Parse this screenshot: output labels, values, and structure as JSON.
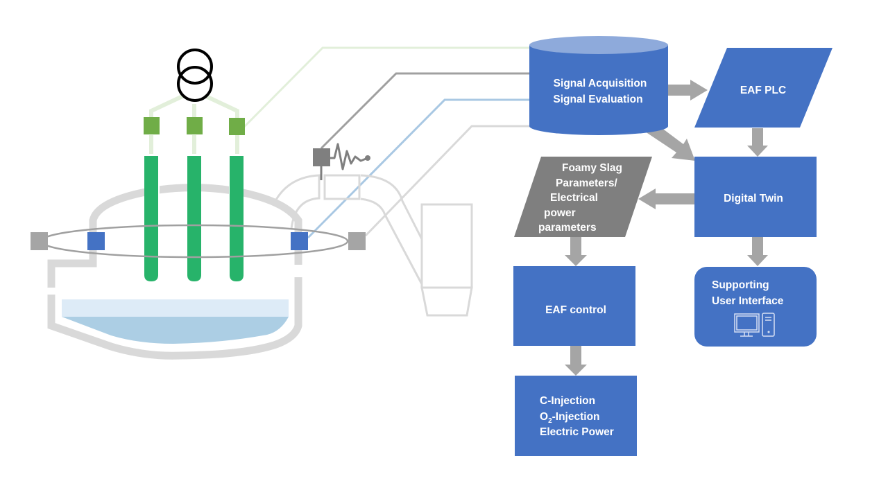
{
  "diagram": {
    "title": "EAF Foamy Slag Digital Twin Signal Flow",
    "colors": {
      "box_blue": "#4472c4",
      "cylinder_top": "#8eaadb",
      "param_gray": "#7f7f7f",
      "arrow_gray": "#a5a5a5",
      "electrode_green": "#27b36a",
      "clamp_green": "#70ad47",
      "wire_light_green": "#e2efda",
      "signal_dark_gray": "#a0a0a0",
      "signal_blue": "#a9c8e3",
      "signal_light_gray": "#d9d9d9",
      "furnace_gray": "#d9d9d9",
      "bath_light": "#ddebf7",
      "bath_dark": "#accee4",
      "sensor_blue": "#4472c4",
      "sensor_gray": "#a5a5a5"
    },
    "nodes": {
      "signal": {
        "lines": [
          "Signal Acquisition",
          "Signal Evaluation"
        ],
        "shape": "cylinder"
      },
      "plc": {
        "lines": [
          "EAF PLC"
        ],
        "shape": "parallelogram"
      },
      "twin": {
        "lines": [
          "Digital Twin"
        ],
        "shape": "rectangle"
      },
      "params": {
        "lines": [
          "Foamy Slag",
          "Parameters/",
          "Electrical",
          "power",
          "parameters"
        ],
        "shape": "parallelogram"
      },
      "ui": {
        "lines": [
          "Supporting",
          "User Interface"
        ],
        "shape": "rounded-rectangle",
        "icon": "desktop-computer-icon"
      },
      "control": {
        "lines": [
          "EAF control"
        ],
        "shape": "rectangle"
      },
      "injection": {
        "line1": "C-Injection",
        "line2_pre": "O",
        "line2_sub": "2",
        "line2_post": "-Injection",
        "line3": "Electric Power",
        "shape": "rectangle"
      }
    },
    "edges": [
      {
        "from": "signal",
        "to": "plc"
      },
      {
        "from": "signal",
        "to": "twin"
      },
      {
        "from": "plc",
        "to": "twin"
      },
      {
        "from": "twin",
        "to": "params"
      },
      {
        "from": "twin",
        "to": "ui"
      },
      {
        "from": "params",
        "to": "control"
      },
      {
        "from": "control",
        "to": "injection"
      }
    ],
    "furnace": {
      "electrodes": 3,
      "transformer_icon": "transformer-icon",
      "sensors": [
        "structure-borne-sound-sensor-left",
        "structure-borne-sound-sensor-right",
        "accelerometer-left",
        "accelerometer-right",
        "microphone-sensor"
      ]
    }
  }
}
